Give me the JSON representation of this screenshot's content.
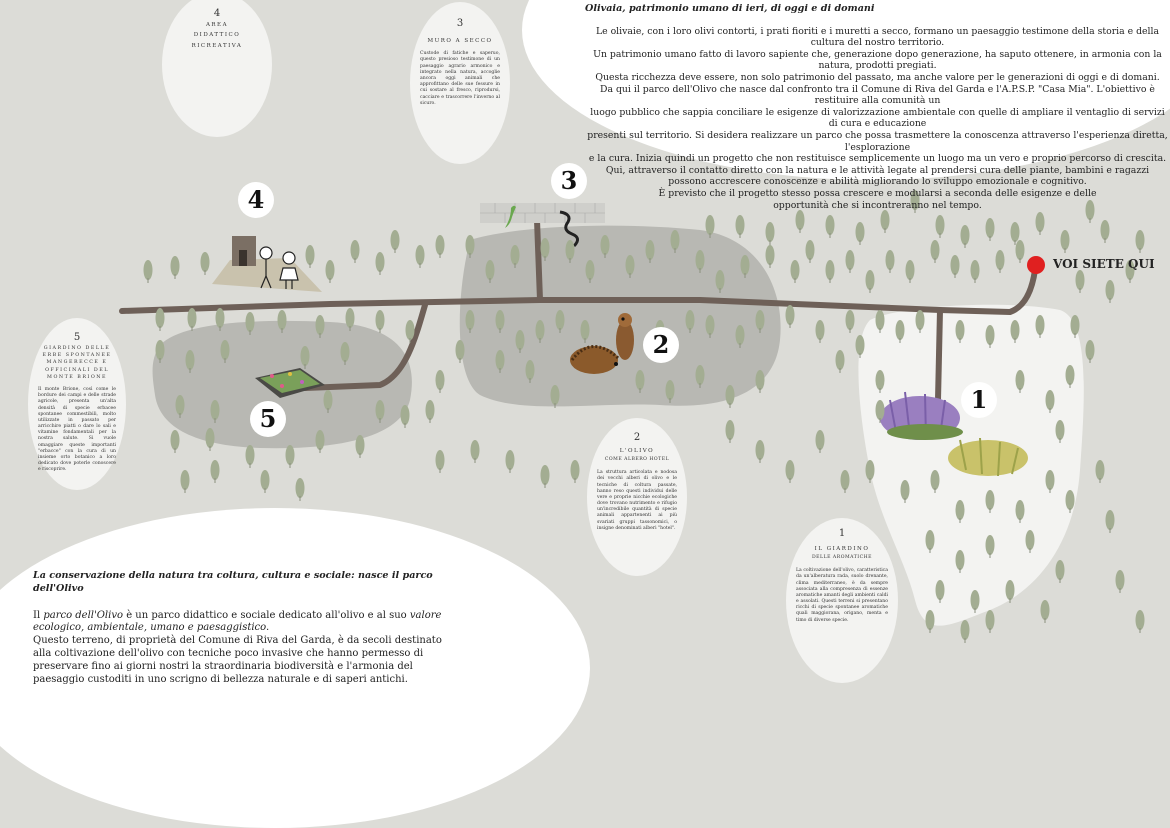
{
  "intro": {
    "heading": "Olivaia, patrimonio umano di ieri, di oggi e di domani",
    "lines": [
      "Le olivaie, con i loro olivi contorti, i prati fioriti e i muretti a secco, formano un paesaggio testimone della storia e della cultura del nostro territorio.",
      "Un patrimonio umano fatto di lavoro sapiente che, generazione dopo generazione, ha saputo ottenere, in armonia con la natura, prodotti pregiati.",
      "Questa ricchezza deve essere, non solo patrimonio del passato, ma anche valore per le generazioni di oggi e di domani.",
      "Da qui il parco dell'Olivo che nasce dal confronto tra il Comune di Riva del Garda e l'A.P.S.P. \"Casa Mia\". L'obiettivo è restituire alla comunità un",
      "luogo pubblico che sappia conciliare le esigenze di valorizzazione ambientale con quelle di ampliare il ventaglio di servizi di cura e educazione",
      "presenti sul territorio.  Si desidera realizzare un parco che possa trasmettere la conoscenza attraverso l'esperienza diretta, l'esplorazione",
      "e la cura. Inizia quindi un progetto che non restituisce semplicemente un luogo ma un vero e proprio percorso di crescita.",
      "Qui, attraverso il contatto diretto con la natura e le attività legate al prendersi cura delle piante, bambini e ragazzi",
      "possono accrescere conoscenze e abilità migliorando lo sviluppo emozionale e cognitivo.",
      "È previsto che il progetto stesso possa crescere e modularsi a seconda delle esigenze e delle",
      "opportunità che si incontreranno nel tempo."
    ]
  },
  "bottom": {
    "heading": "La conservazione della natura tra coltura, cultura e sociale: nasce il parco dell'Olivo",
    "p1_a": "Il ",
    "p1_em": "parco dell'Olivo",
    "p1_b": " è un parco didattico e sociale dedicato all'olivo e al suo ",
    "p1_em2": "valore ecologico, ambientale, umano e paesaggistico.",
    "p2": "Questo terreno, di proprietà del Comune di Riva del Garda, è da secoli destinato alla coltivazione dell'olivo con tecniche poco invasive che hanno permesso di preservare fino ai giorni nostri la straordinaria biodiversità e l'armonia del paesaggio custoditi in uno scrigno di bellezza naturale e di saperi antichi."
  },
  "you_are_here": "VOI SIETE QUI",
  "colors": {
    "path": "#6e6058",
    "tree": "#a3ad92",
    "zone": "#b9b9b4",
    "here": "#e02020"
  },
  "cards": {
    "c4": {
      "num": "4",
      "title_l1": "AREA",
      "title_l2": "DIDATTICO",
      "title_l3": "RICREATIVA",
      "text": ""
    },
    "c3": {
      "num": "3",
      "title": "MURO A SECCO",
      "text": "Custode di fatiche e saperuo, questo presioso testimone di un paesaggio agrario armonico e integrato nella natura, accoglie ancora oggi animali che approfittano delle sue fessure in cui sostare al fresco, riprodursi, cacciare e trascorrere l'inverno al sicuro."
    },
    "c5": {
      "num": "5",
      "title": "GIARDINO DELLE ERBE SPONTANEE MANGERECCE E OFFICINALI DEL MONTE BRIONE",
      "text": "Il monte Brione, così come le bordure dei campi e delle strade agricole, presenta un'alta densità di specie erbacee spontanee commestibili, molto utilizzate in passato per arricchire piatti o dare lo sali e vitamine fondamentali per la nostra salute. Si vuole omaggiare queste importanti \"erbacce\" con la cura di un insieme orto botanico a loro dedicato dove poterle conoscere e riscoprire."
    },
    "c2": {
      "num": "2",
      "title_l1": "L'OLIVO",
      "title_l2": "COME ALBERO HOTEL",
      "text": "La struttura articolata e nodosa dei vecchi alberi di olivo e le tecniche di coltura passate, hanno reso questi individui delle vere e proprie nicchie ecologiche dove trovano nutrimento e rifugio un'incredibile quantità di specie animali appartenenti ai più svariati gruppi tassonomici, o insigne denominati alberi \"hotel\"."
    },
    "c1": {
      "num": "1",
      "title_l1": "IL GIARDINO",
      "title_l2": "DELLE AROMATICHE",
      "text": "La coltivazione dell'olivo, caratteristica da un'alberatura rada, suolo drenante, clima mediterraneo, è da sempre associata alla compresenza di essenze aromatiche amanti degli ambienti caldi e assolati. Questi terreni si presentano ricchi di specie spontanee aromatiche quali maggiorana, origano, menta e timo di diverse specie."
    }
  },
  "markers": [
    "1",
    "2",
    "3",
    "4",
    "5"
  ]
}
